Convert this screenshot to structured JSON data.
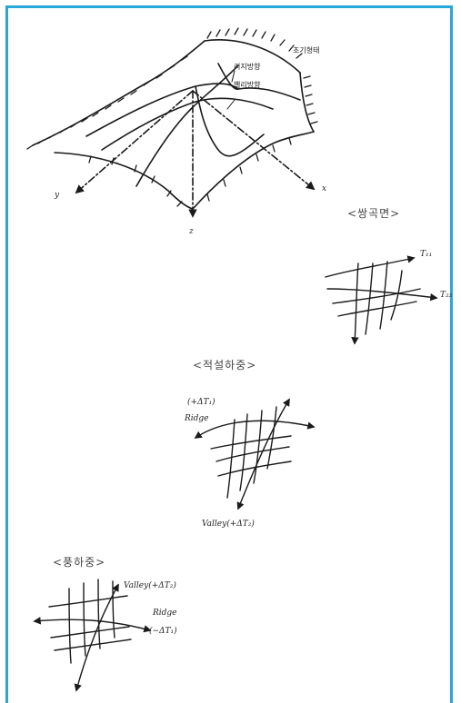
{
  "figure": {
    "surface": {
      "top_label": "초기형태",
      "ridge_label": "리지방향",
      "valley_label": "밸리방향",
      "axis_x": "x",
      "axis_y": "y",
      "axis_z": "z"
    },
    "panel_saddle": {
      "caption": "<쌍곡면>",
      "t_upper": "T₁₁",
      "t_right": "T₂₂"
    },
    "panel_snow": {
      "caption": "<적설하중>",
      "delta_top": "(+ΔT₁)",
      "ridge": "Ridge",
      "valley": "Valley(+ΔT₂)"
    },
    "panel_wind": {
      "caption": "<풍하중>",
      "valley": "Valley(+ΔT₂)",
      "ridge": "Ridge",
      "delta": "(−ΔT₁)"
    }
  },
  "colors": {
    "frame": "#29a7d9",
    "ink": "#1a1a1a"
  }
}
